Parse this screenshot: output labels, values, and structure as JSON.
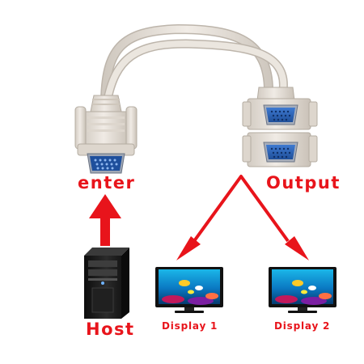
{
  "labels": {
    "enter": "enter",
    "output": "Output",
    "host": "Host",
    "display1": "Display 1",
    "display2": "Display 2"
  },
  "icons": [
    "vga-male-connector-icon",
    "vga-female-connector-icon",
    "computer-tower-icon",
    "monitor-icon"
  ],
  "colors": {
    "label_red": "#e8141b",
    "arrow_red": "#e8141b",
    "cable_beige": "#e8e2da",
    "vga_port_blue": "#2d63b8",
    "background": "#ffffff"
  }
}
